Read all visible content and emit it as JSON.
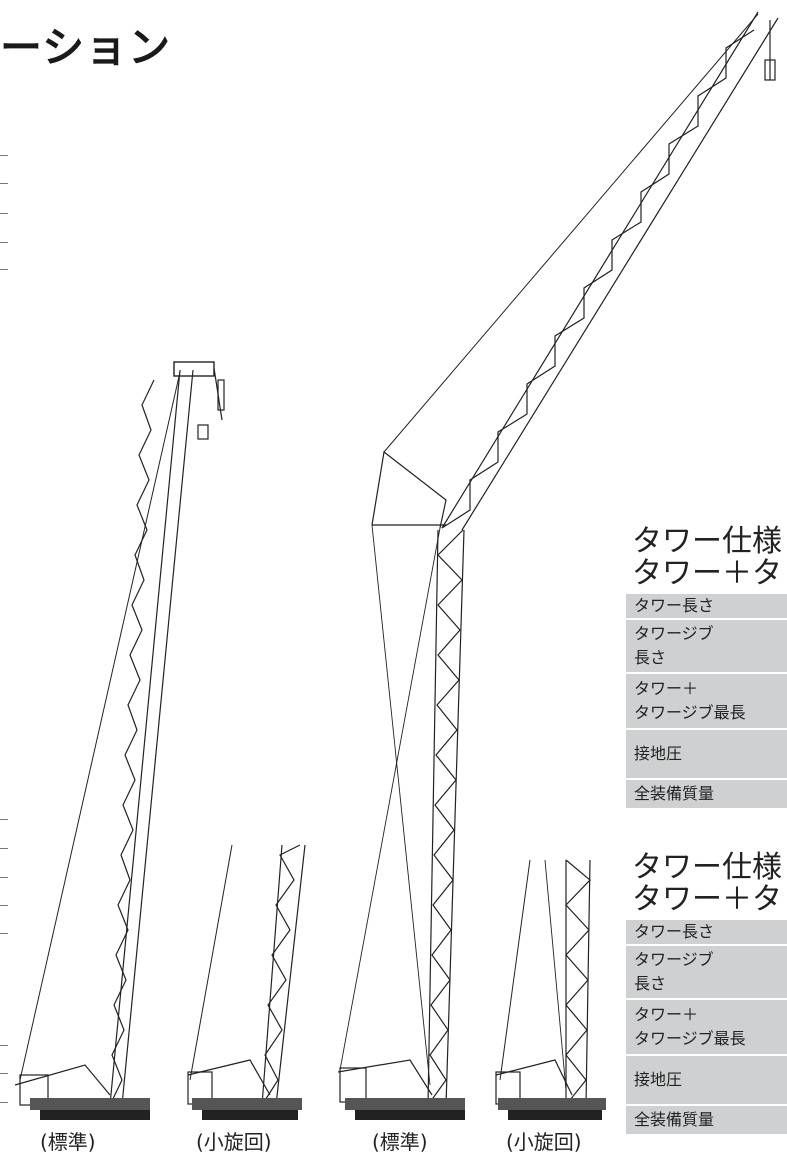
{
  "page": {
    "title_fragment": "ーション"
  },
  "captions": {
    "c1": "(標準)",
    "c2": "(小旋回)",
    "c3": "(標準)",
    "c4": "(小旋回)"
  },
  "spec_sections": [
    {
      "heading1": "タワー仕様",
      "heading2": "タワー＋タ",
      "rows": [
        {
          "label": "タワー長さ"
        },
        {
          "label": "タワージブ\n長さ"
        },
        {
          "label": "タワー＋\nタワージブ最長"
        },
        {
          "label": "接地圧"
        },
        {
          "label": "全装備質量"
        }
      ]
    },
    {
      "heading1": "タワー仕様",
      "heading2": "タワー＋タ",
      "rows": [
        {
          "label": "タワー長さ"
        },
        {
          "label": "タワージブ\n長さ"
        },
        {
          "label": "タワー＋\nタワージブ最長"
        },
        {
          "label": "接地圧"
        },
        {
          "label": "全装備質量"
        }
      ]
    }
  ]
}
